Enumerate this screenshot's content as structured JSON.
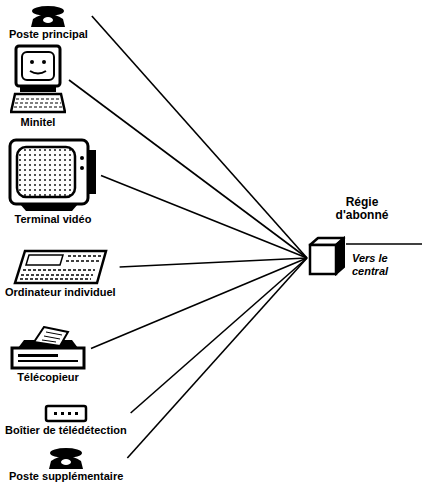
{
  "diagram": {
    "nodes": [
      {
        "text": [
          "Poste principal"
        ]
      },
      {
        "text": [
          "Minitel"
        ]
      },
      {
        "text": [
          "Terminal vidéo"
        ]
      },
      {
        "text": [
          "Ordinateur individuel"
        ]
      },
      {
        "text": [
          "Télécopieur"
        ]
      },
      {
        "text": [
          "Boîtier de télédétection"
        ]
      },
      {
        "text": [
          "Poste supplémentaire"
        ]
      },
      {
        "text": [
          "Régie d'abonné"
        ]
      }
    ],
    "edges": [
      {
        "from": 0,
        "to": 7,
        "arrow": "none"
      },
      {
        "from": 1,
        "to": 7,
        "arrow": "none"
      },
      {
        "from": 2,
        "to": 7,
        "arrow": "none"
      },
      {
        "from": 3,
        "to": 7,
        "arrow": "none"
      },
      {
        "from": 4,
        "to": 7,
        "arrow": "none"
      },
      {
        "from": 5,
        "to": 7,
        "arrow": "none"
      },
      {
        "from": 6,
        "to": 7,
        "arrow": "none"
      }
    ],
    "labels": [
      "Vers le central"
    ]
  }
}
